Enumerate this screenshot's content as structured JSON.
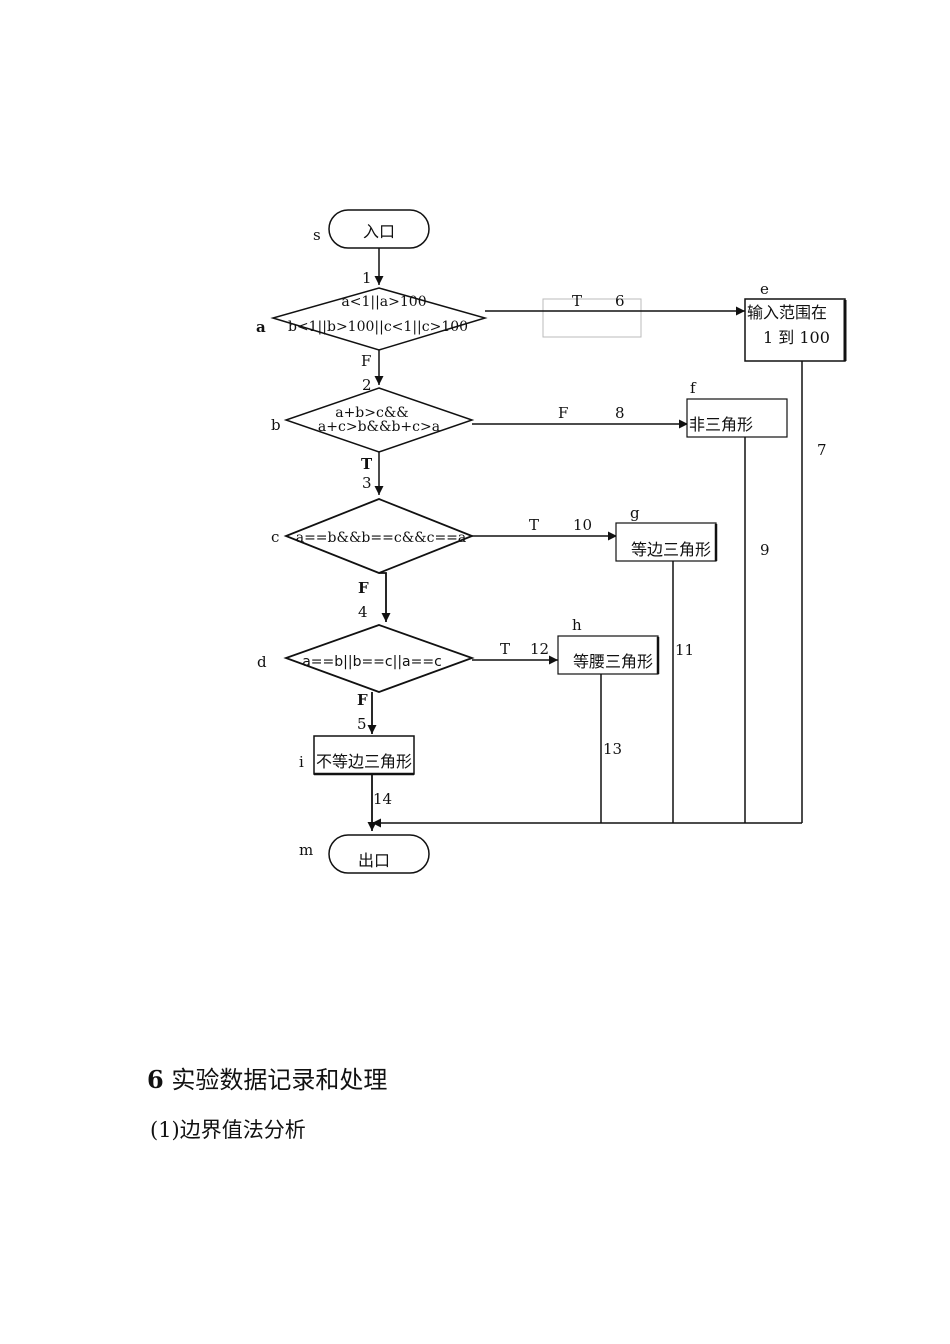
{
  "flowchart": {
    "nodes": {
      "s_label": "s",
      "start": "入口",
      "a_label": "a",
      "a_line1": "a<1||a>100",
      "a_line2": "b<1||b>100||c<1||c>100",
      "b_label": "b",
      "b_line1": "a+b>c&&",
      "b_line2": "a+c>b&&b+c>a",
      "c_label": "c",
      "c_cond": "a==b&&b==c&&c==a",
      "d_label": "d",
      "d_cond": "a==b||b==c||a==c",
      "e_label": "e",
      "e_line1": "输入范围在",
      "e_line2": "1 到 100",
      "f_label": "f",
      "f_text": "非三角形",
      "g_label": "g",
      "g_text": "等边三角形",
      "h_label": "h",
      "h_text": "等腰三角形",
      "i_label": "i",
      "i_text": "不等边三角形",
      "m_label": "m",
      "end": "出口"
    },
    "edges": {
      "e1": "1",
      "e2": "2",
      "e3": "3",
      "e4": "4",
      "e5": "5",
      "e6": "6",
      "e7": "7",
      "e8": "8",
      "e9": "9",
      "e10": "10",
      "e11": "11",
      "e12": "12",
      "e13": "13",
      "e14": "14"
    },
    "branches": {
      "a_true": "T",
      "a_false": "F",
      "b_false": "F",
      "b_true": "T",
      "c_true": "T",
      "c_false": "F",
      "d_true": "T",
      "d_false": "F"
    }
  },
  "section": {
    "number": "6",
    "title": "实验数据记录和处理",
    "subheading": "(1)边界值法分析"
  }
}
